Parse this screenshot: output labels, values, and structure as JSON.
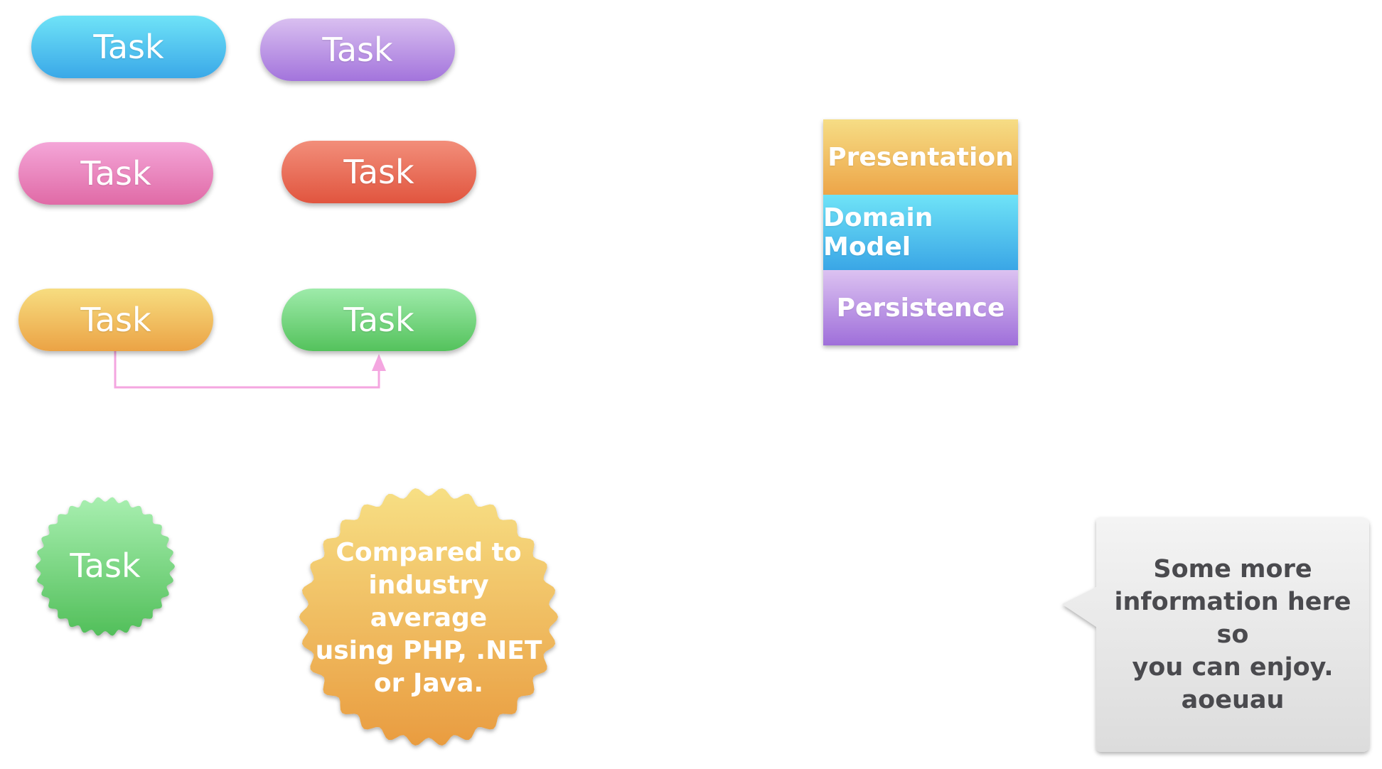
{
  "task_pills": [
    {
      "label": "Task",
      "color": "#3aa8e8"
    },
    {
      "label": "Task",
      "color": "#a374dc"
    },
    {
      "label": "Task",
      "color": "#e06aa6"
    },
    {
      "label": "Task",
      "color": "#e1553f"
    },
    {
      "label": "Task",
      "color": "#eba345"
    },
    {
      "label": "Task",
      "color": "#54c25c"
    }
  ],
  "connector": {
    "color": "#f4a6e0"
  },
  "layers": [
    {
      "label": "Presentation",
      "color": "#eda548"
    },
    {
      "label": "Domain Model",
      "color": "#3aa6e6"
    },
    {
      "label": "Persistence",
      "color": "#9f6fda"
    }
  ],
  "badges": {
    "green": {
      "label": "Task",
      "color": "#54c25c"
    },
    "orange": {
      "label": "Compared to\nindustry average\nusing PHP, .NET\nor Java.",
      "color": "#eba345"
    }
  },
  "callout": {
    "text": "Some more\ninformation here so\nyou can enjoy.\naoeuau"
  }
}
